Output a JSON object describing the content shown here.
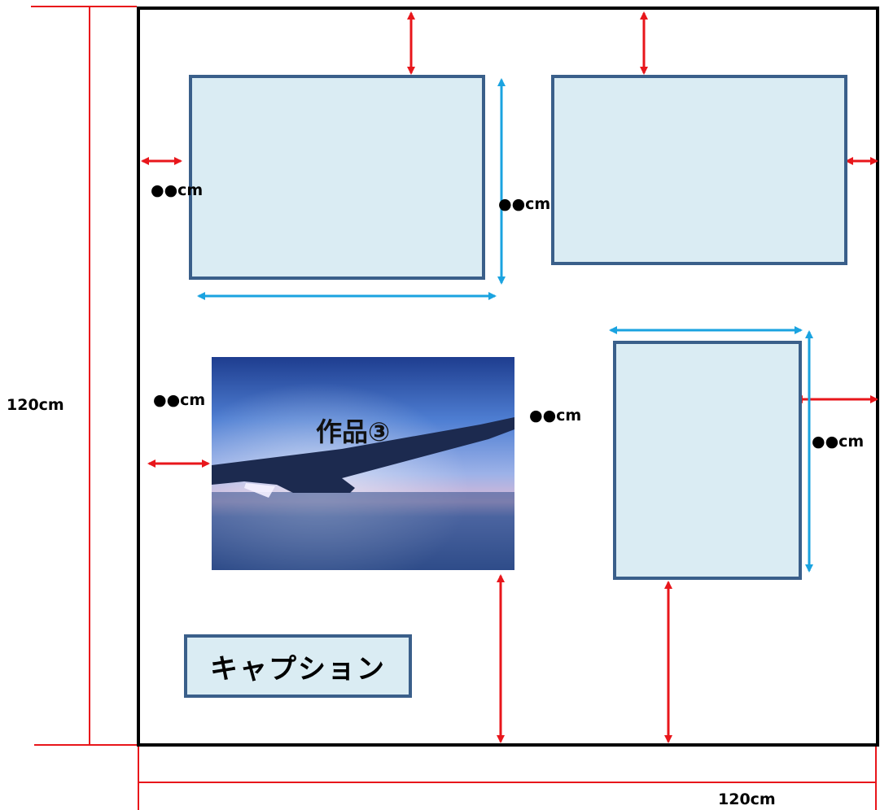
{
  "dimensions": {
    "total_height": "120cm",
    "total_width": "120cm",
    "gap_label": "●●cm"
  },
  "artwork": {
    "title": "作品③"
  },
  "caption": {
    "label": "キャプション"
  },
  "colors": {
    "frame_fill": "#daecf3",
    "frame_border": "#3a5f8a",
    "red_arrow": "#e8161b",
    "blue_arrow": "#1aa3e0",
    "wall_border": "#000000"
  }
}
